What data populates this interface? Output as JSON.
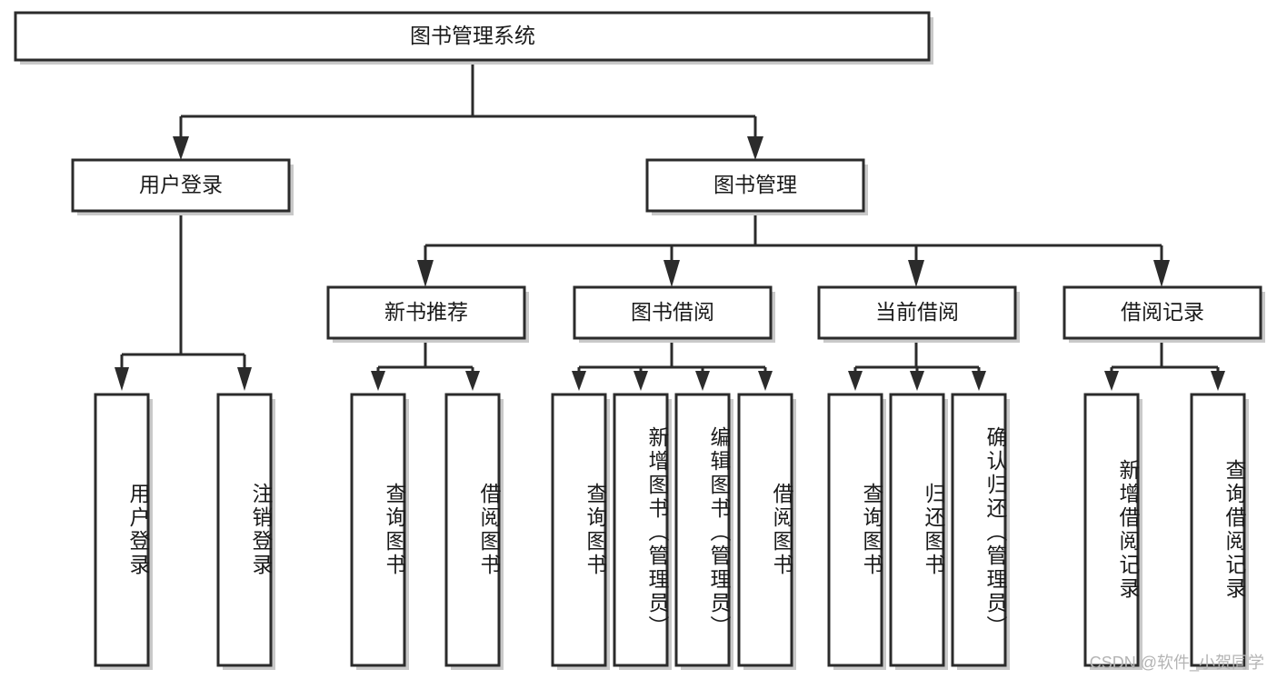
{
  "diagram": {
    "type": "tree",
    "title": "图书管理系统",
    "root": {
      "id": "root",
      "label": "图书管理系统"
    },
    "level1": [
      {
        "id": "user-login",
        "label": "用户登录"
      },
      {
        "id": "book-manage",
        "label": "图书管理"
      }
    ],
    "level2": [
      {
        "id": "new-book-recommend",
        "label": "新书推荐",
        "parent": "book-manage"
      },
      {
        "id": "book-borrow",
        "label": "图书借阅",
        "parent": "book-manage"
      },
      {
        "id": "current-borrow",
        "label": "当前借阅",
        "parent": "book-manage"
      },
      {
        "id": "borrow-record",
        "label": "借阅记录",
        "parent": "book-manage"
      }
    ],
    "leaves": [
      {
        "id": "leaf-user-login",
        "label": "用户登录",
        "parent": "user-login"
      },
      {
        "id": "leaf-logout-login",
        "label": "注销登录",
        "parent": "user-login"
      },
      {
        "id": "leaf-query-book-1",
        "label": "查询图书",
        "parent": "new-book-recommend"
      },
      {
        "id": "leaf-borrow-book-1",
        "label": "借阅图书",
        "parent": "new-book-recommend"
      },
      {
        "id": "leaf-query-book-2",
        "label": "查询图书",
        "parent": "book-borrow"
      },
      {
        "id": "leaf-add-book",
        "label": "新增图书（管理员）",
        "parent": "book-borrow"
      },
      {
        "id": "leaf-edit-book",
        "label": "编辑图书（管理员）",
        "parent": "book-borrow"
      },
      {
        "id": "leaf-borrow-book-2",
        "label": "借阅图书",
        "parent": "book-borrow"
      },
      {
        "id": "leaf-query-book-3",
        "label": "查询图书",
        "parent": "current-borrow"
      },
      {
        "id": "leaf-return-book",
        "label": "归还图书",
        "parent": "current-borrow"
      },
      {
        "id": "leaf-confirm-return",
        "label": "确认归还（管理员）",
        "parent": "current-borrow"
      },
      {
        "id": "leaf-add-record",
        "label": "新增借阅记录",
        "parent": "borrow-record"
      },
      {
        "id": "leaf-query-record",
        "label": "查询借阅记录",
        "parent": "borrow-record"
      }
    ],
    "colors": {
      "stroke": "#2b2b2b",
      "fill": "#ffffff",
      "text": "#1a1a1a",
      "shadow": "#c9c9c9",
      "background": "#ffffff",
      "watermark": "#b4b4b4"
    }
  },
  "watermark": {
    "text": "CSDN @软件_小贺同学"
  }
}
